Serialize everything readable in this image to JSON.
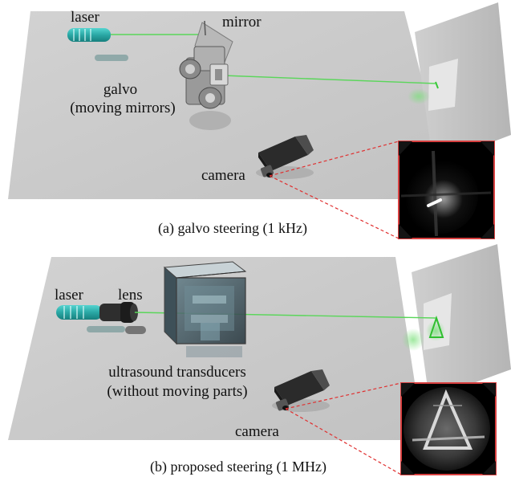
{
  "panel_a": {
    "label_laser": "laser",
    "label_mirror": "mirror",
    "label_galvo_line1": "galvo",
    "label_galvo_line2": "(moving mirrors)",
    "label_camera": "camera",
    "caption": "(a) galvo steering (1 kHz)"
  },
  "panel_b": {
    "label_laser": "laser",
    "label_lens": "lens",
    "label_transducers_line1": "ultrasound transducers",
    "label_transducers_line2": "(without moving parts)",
    "label_camera": "camera",
    "caption": "(b) proposed steering (1 MHz)"
  },
  "colors": {
    "table": "#c9c9c9",
    "beam": "#5ad65a",
    "laser_body": "#2ab3b0",
    "dashed_line": "#e03030"
  }
}
